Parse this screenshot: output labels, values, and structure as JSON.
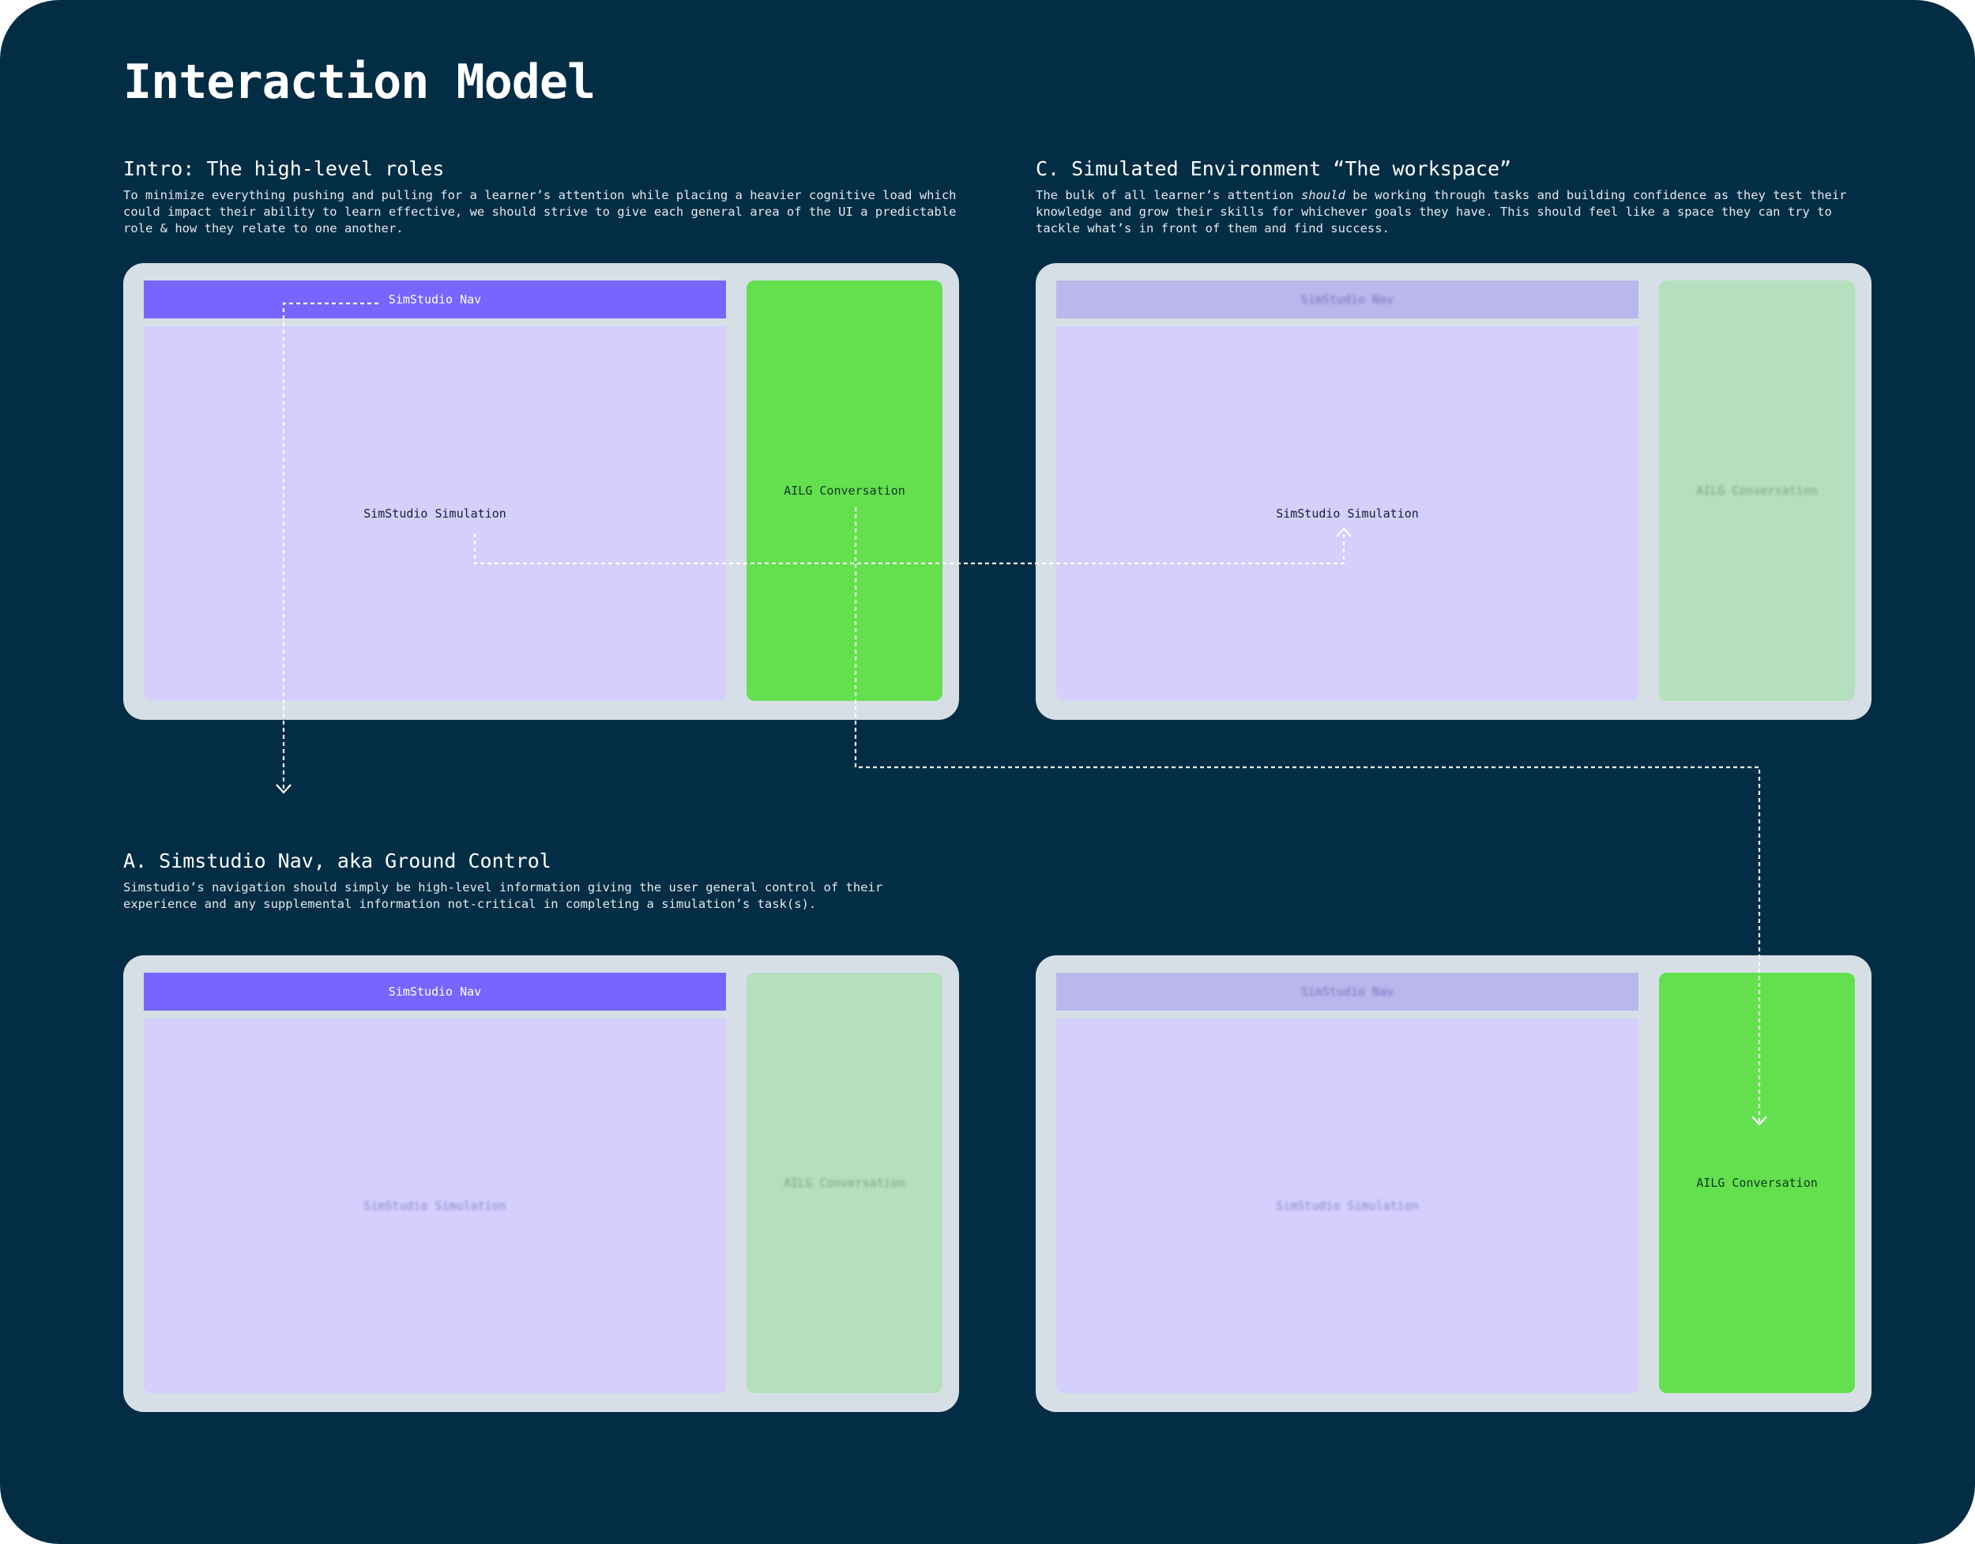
{
  "page": {
    "title": "Interaction Model"
  },
  "sections": {
    "intro": {
      "heading": "Intro: The high-level roles",
      "body": "To minimize everything pushing and pulling for a learner’s attention while placing a heavier cognitive load which could impact their ability to learn effective, we should strive to give each general area of the UI a predictable role & how they relate to one another."
    },
    "workspace": {
      "heading": "C. Simulated Environment “The workspace”",
      "body_before": "The bulk of all learner’s attention ",
      "body_emphasis": "should",
      "body_after": " be working through tasks and building confidence as they test their knowledge and grow their skills for whichever goals they have. This should feel like a space they can try to tackle what’s in front of them and find success."
    },
    "nav": {
      "heading": "A. Simstudio Nav, aka Ground Control",
      "body": "Simstudio’s navigation should simply be high-level information giving the user general control of their experience and any supplemental information not-critical in completing a simulation’s task(s)."
    }
  },
  "labels": {
    "nav": "SimStudio Nav",
    "simulation": "SimStudio Simulation",
    "conversation": "AILG Conversation"
  },
  "diagrams": [
    {
      "id": "intro",
      "highlighted": [
        "nav",
        "simulation",
        "conversation"
      ]
    },
    {
      "id": "workspace",
      "highlighted": [
        "simulation"
      ]
    },
    {
      "id": "nav",
      "highlighted": [
        "nav"
      ]
    },
    {
      "id": "conversation",
      "highlighted": [
        "conversation"
      ]
    }
  ],
  "colors": {
    "background": "#032d44",
    "frame": "#d7dfe6",
    "nav_active": "#7765fd",
    "nav_dimmed": "#b9b7ec",
    "simulation": "#d4cffd",
    "conversation_active": "#64e04f",
    "conversation_dimmed": "#b4e0bd",
    "connector": "#ffffff"
  }
}
